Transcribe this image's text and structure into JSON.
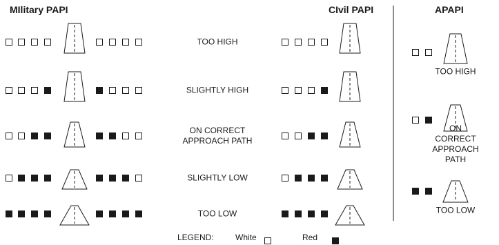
{
  "headers": {
    "military": "MIlitary PAPI",
    "civil": "CIvil PAPI",
    "apapi": "APAPI"
  },
  "rows": [
    {
      "label": "TOO HIGH",
      "military": [
        "W",
        "W",
        "W",
        "W",
        "W",
        "W",
        "W",
        "W"
      ],
      "civil": [
        "W",
        "W",
        "W",
        "W"
      ]
    },
    {
      "label": "SLIGHTLY HIGH",
      "military": [
        "W",
        "W",
        "W",
        "R",
        "R",
        "W",
        "W",
        "W"
      ],
      "civil": [
        "W",
        "W",
        "W",
        "R"
      ]
    },
    {
      "label": "ON CORRECT\nAPPROACH PATH",
      "military": [
        "W",
        "W",
        "R",
        "R",
        "R",
        "R",
        "W",
        "W"
      ],
      "civil": [
        "W",
        "W",
        "R",
        "R"
      ]
    },
    {
      "label": "SLIGHTLY LOW",
      "military": [
        "W",
        "R",
        "R",
        "R",
        "R",
        "R",
        "R",
        "W"
      ],
      "civil": [
        "W",
        "R",
        "R",
        "R"
      ]
    },
    {
      "label": "TOO LOW",
      "military": [
        "R",
        "R",
        "R",
        "R",
        "R",
        "R",
        "R",
        "R"
      ],
      "civil": [
        "R",
        "R",
        "R",
        "R"
      ]
    }
  ],
  "apapi_rows": [
    {
      "label": "TOO HIGH",
      "lights": [
        "W",
        "W"
      ]
    },
    {
      "label": "ON CORRECT\nAPPROACH PATH",
      "lights": [
        "W",
        "R"
      ]
    },
    {
      "label": "TOO LOW",
      "lights": [
        "R",
        "R"
      ]
    }
  ],
  "legend": {
    "title": "LEGEND:",
    "white_label": "White",
    "red_label": "Red"
  },
  "colors": {
    "white_light": "#ffffff",
    "red_light": "#1a1a1a",
    "stroke": "#1a1a1a"
  }
}
